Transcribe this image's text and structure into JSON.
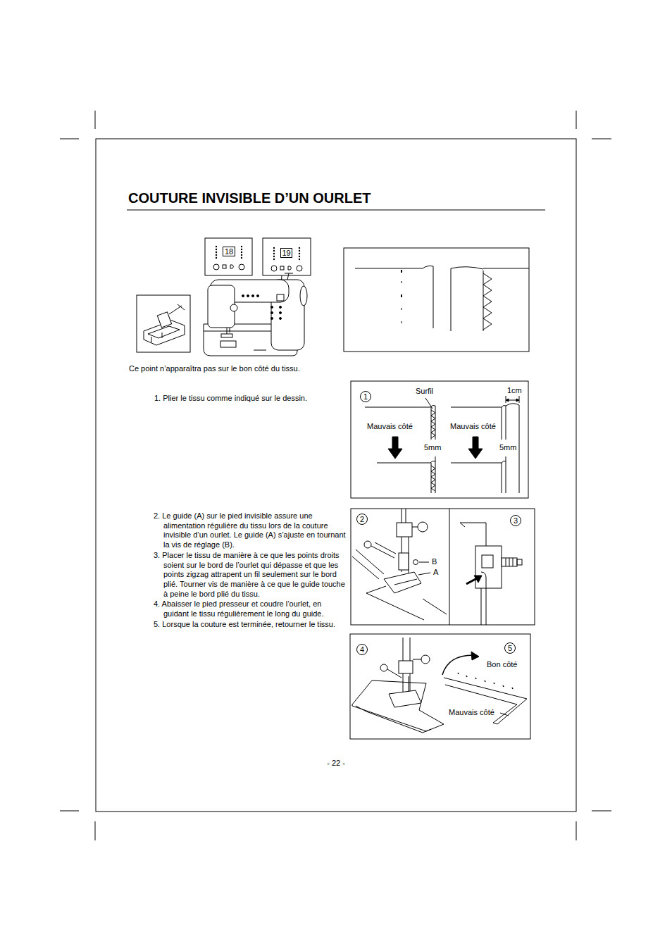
{
  "diagram": {
    "title": "COUTURE INVISIBLE D’UN OURLET",
    "nodes": [
      {
        "text": [
          "18"
        ]
      },
      {
        "text": [
          "19"
        ]
      },
      {
        "text": [
          "1"
        ]
      },
      {
        "text": [
          "2"
        ]
      },
      {
        "text": [
          "3"
        ]
      },
      {
        "text": [
          "4"
        ]
      },
      {
        "text": [
          "5"
        ]
      }
    ],
    "labels": [
      "Ce point n’apparaîtra pas sur le bon côté du tissu.",
      "1. Plier le tissu comme indiqué sur le dessin.",
      "Surfil",
      "1cm",
      "Mauvais côté",
      "Mauvais côté",
      "5mm",
      "5mm",
      "2. Le guide (A) sur le pied invisible assure une alimentation régulière du tissu lors de la couture invisible d’un ourlet. Le guide (A) s’ajuste en tournant la vis de réglage (B).",
      "3. Placer le tissu de manière à ce que les points droits soient sur le bord de l’ourlet qui dépasse et que les points zigzag attrapent un fil seulement sur le bord plié. Tourner vis de manière à ce que le guide touche à peine le bord plié du tissu.",
      "4. Abaisser le pied presseur et coudre l’ourlet, en guidant le tissu régulièrement le long du guide.",
      "5. Lorsque la couture est terminée, retourner le tissu.",
      "B",
      "A",
      "Bon côté",
      "Mauvais côté",
      "- 22 -"
    ]
  }
}
